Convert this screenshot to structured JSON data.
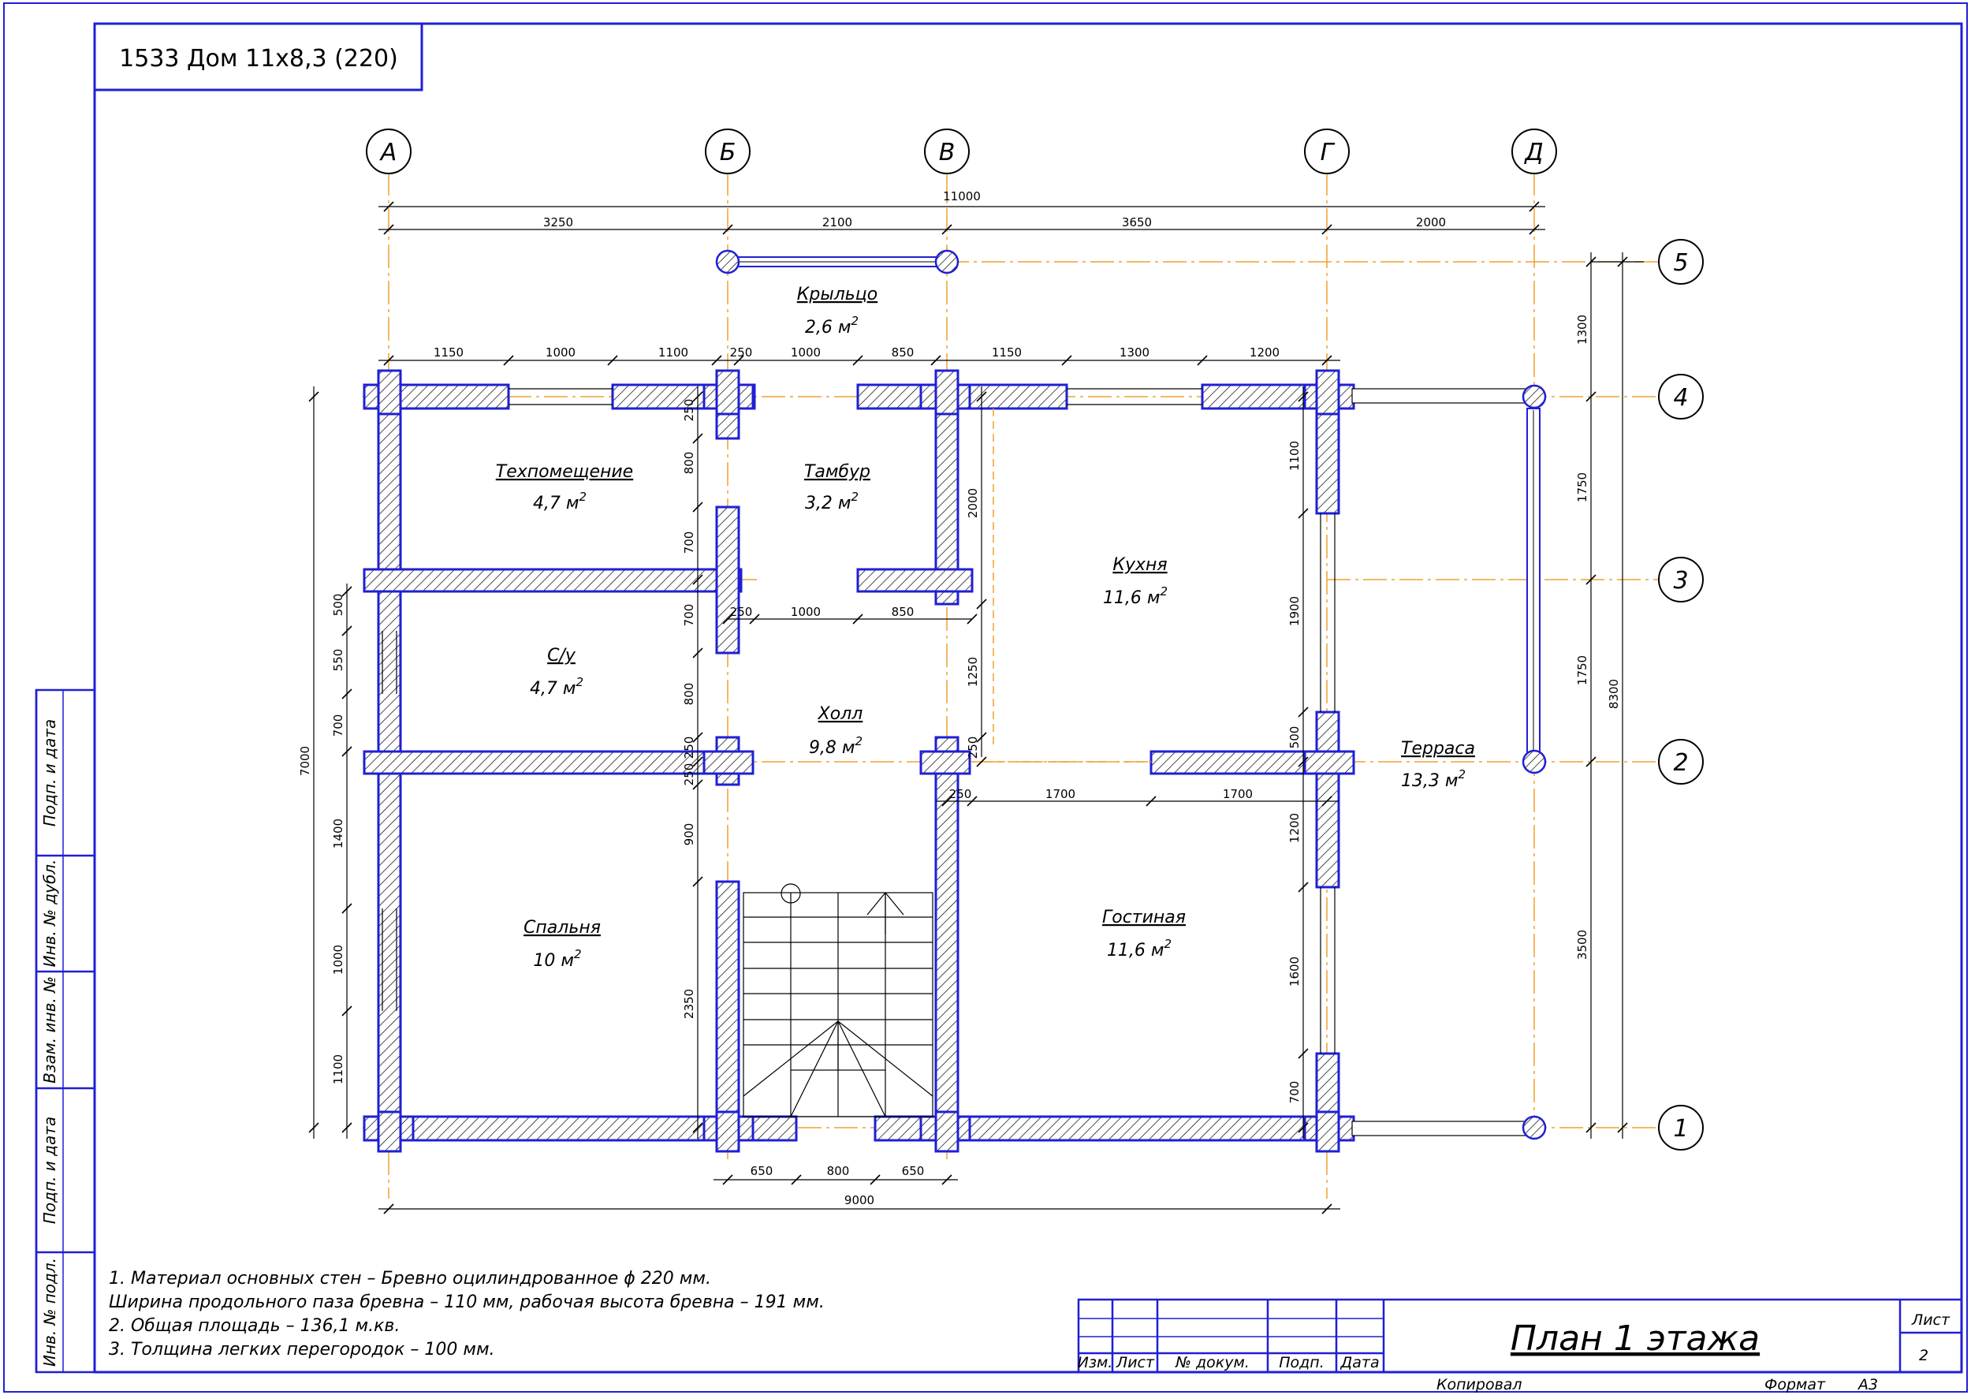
{
  "project_title": "1533 Дом 11х8,3 (220)",
  "axes": {
    "letters": [
      "А",
      "Б",
      "В",
      "Г",
      "Д"
    ],
    "numbers": [
      "5",
      "4",
      "3",
      "2",
      "1"
    ]
  },
  "rooms": [
    {
      "name": "Крыльцо",
      "area": "2,6 м",
      "key": "porch"
    },
    {
      "name": "Техпомещение",
      "area": "4,7 м",
      "key": "tech"
    },
    {
      "name": "Тамбур",
      "area": "3,2 м",
      "key": "vestibule"
    },
    {
      "name": "Кухня",
      "area": "11,6 м",
      "key": "kitchen"
    },
    {
      "name": "С/у",
      "area": "4,7 м",
      "key": "bathroom"
    },
    {
      "name": "Холл",
      "area": "9,8 м",
      "key": "hall"
    },
    {
      "name": "Терраса",
      "area": "13,3 м",
      "key": "terrace"
    },
    {
      "name": "Спальня",
      "area": "10 м",
      "key": "bedroom"
    },
    {
      "name": "Гостиная",
      "area": "11,6 м",
      "key": "living"
    }
  ],
  "area_sup": "2",
  "dims": {
    "total_top": "11000",
    "top_chain": [
      "3250",
      "2100",
      "3650",
      "2000"
    ],
    "wall_chain": [
      "1150",
      "1000",
      "1100",
      "250",
      "1000",
      "850",
      "1150",
      "1300",
      "1200"
    ],
    "inner_chain": [
      "250",
      "1000",
      "850"
    ],
    "living_chain": [
      "250",
      "1700",
      "1700"
    ],
    "bottom_chain": [
      "650",
      "800",
      "650"
    ],
    "total_bottom": "9000",
    "left_total": "7000",
    "left_chain": [
      "500",
      "550",
      "700",
      "1400",
      "1000",
      "1100"
    ],
    "mid_left_chain": [
      "250",
      "800",
      "700",
      "700",
      "800",
      "250",
      "250",
      "900",
      "2350"
    ],
    "kitchen_chain": [
      "2000",
      "1250",
      "250"
    ],
    "right_wall_chain": [
      "1100",
      "1900",
      "500",
      "1200",
      "1600",
      "700"
    ],
    "right_axis_chain": [
      "1300",
      "1750",
      "1750",
      "3500"
    ],
    "right_total": "8300"
  },
  "notes": [
    "1. Материал основных стен – Бревно оцилиндрованное ϕ 220 мм.",
    "Ширина продольного паза бревна – 110 мм, рабочая высота бревна – 191 мм.",
    "2. Общая площадь – 136,1 м.кв.",
    "3. Толщина легких перегородок – 100 мм."
  ],
  "stamp": {
    "headers": [
      "Изм.",
      "Лист",
      "№ докум.",
      "Подп.",
      "Дата"
    ],
    "sheet_title": "План 1 этажа",
    "sheet_label": "Лист",
    "sheet_number": "2",
    "copied": "Копировал",
    "format_label": "Формат",
    "format_value": "А3"
  },
  "side_stamp": [
    "Подп. и дата",
    "Инв. № дубл.",
    "Взам. инв. №",
    "Подп. и дата",
    "Инв. № подл."
  ],
  "colors": {
    "wall": "#1f1fd6",
    "axis": "#f0a030",
    "frame": "#1f1fd6",
    "line": "#000000"
  }
}
